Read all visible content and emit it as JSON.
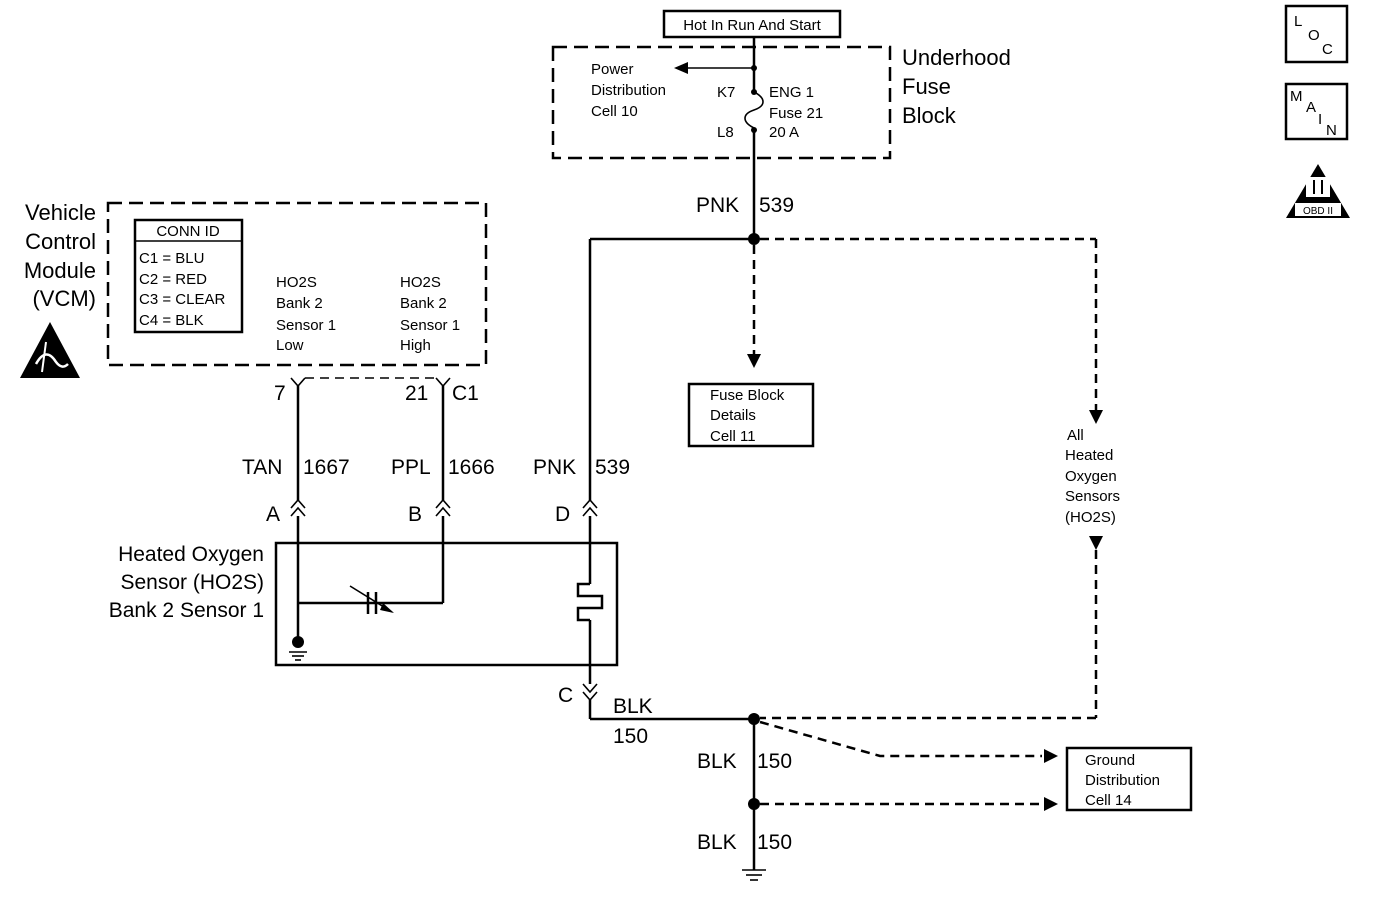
{
  "power": {
    "header": "Hot In Run And Start",
    "fuse_block_label": [
      "Underhood",
      "Fuse",
      "Block"
    ],
    "power_ref": [
      "Power",
      "Distribution",
      "Cell 10"
    ],
    "pin_top": "K7",
    "pin_bottom": "L8",
    "fuse_info": [
      "ENG 1",
      "Fuse 21",
      "20 A"
    ]
  },
  "badges": {
    "loc": [
      "L",
      "O",
      "C"
    ],
    "main": [
      "M",
      "A",
      "I",
      "N"
    ],
    "obd": "OBD II"
  },
  "vcm": {
    "label": [
      "Vehicle",
      "Control",
      "Module",
      "(VCM)"
    ],
    "conn_title": "CONN ID",
    "conn_ids": [
      "C1 = BLU",
      "C2 = RED",
      "C3 = CLEAR",
      "C4 = BLK"
    ],
    "low_label": [
      "HO2S",
      "Bank 2",
      "Sensor 1",
      "Low"
    ],
    "high_label": [
      "HO2S",
      "Bank 2",
      "Sensor 1",
      "High"
    ],
    "pin_low": "7",
    "pin_high": "21",
    "connector": "C1"
  },
  "wires": {
    "pnk_top": {
      "color": "PNK",
      "circuit": "539"
    },
    "tan": {
      "color": "TAN",
      "circuit": "1667"
    },
    "ppl": {
      "color": "PPL",
      "circuit": "1666"
    },
    "pnk_mid": {
      "color": "PNK",
      "circuit": "539"
    },
    "blk_c": {
      "color": "BLK",
      "circuit": "150"
    },
    "blk_1": {
      "color": "BLK",
      "circuit": "150"
    },
    "blk_2": {
      "color": "BLK",
      "circuit": "150"
    }
  },
  "sensor": {
    "label": [
      "Heated Oxygen",
      "Sensor (HO2S)",
      "Bank 2 Sensor 1"
    ],
    "pins": {
      "a": "A",
      "b": "B",
      "c": "C",
      "d": "D"
    }
  },
  "refs": {
    "fuse_details": [
      "Fuse Block",
      "Details",
      "Cell 11"
    ],
    "all_ho2s": [
      "All",
      "Heated",
      "Oxygen",
      "Sensors",
      "(HO2S)"
    ],
    "ground_dist": [
      "Ground",
      "Distribution",
      "Cell 14"
    ]
  }
}
